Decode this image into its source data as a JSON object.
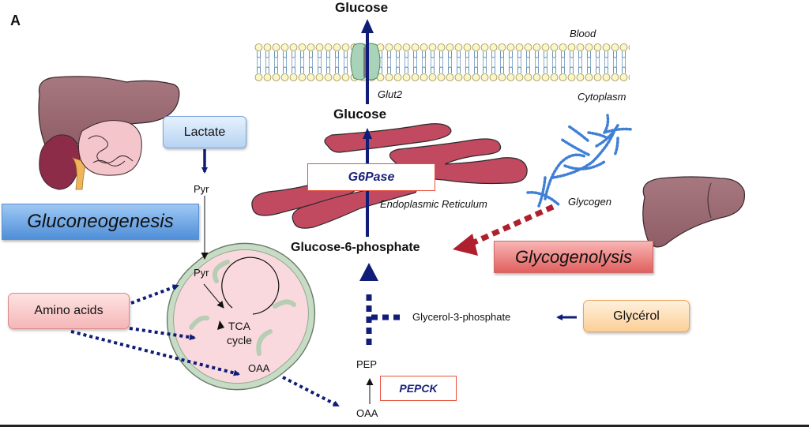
{
  "panel_label": "A",
  "compartments": {
    "blood": "Blood",
    "cytoplasm": "Cytoplasm"
  },
  "transporter": "Glut2",
  "organelles": {
    "er": "Endoplasmic Reticulum",
    "glycogen": "Glycogen"
  },
  "metabolites": {
    "glucose_blood": "Glucose",
    "glucose_cyto": "Glucose",
    "g6p": "Glucose-6-phosphate",
    "pyr_cyto": "Pyr",
    "pyr_mito": "Pyr",
    "tca_line1": "TCA",
    "tca_line2": "cycle",
    "oaa_mito": "OAA",
    "oaa_cyto": "OAA",
    "pep": "PEP",
    "g3p": "Glycerol-3-phosphate"
  },
  "enzymes": {
    "g6pase": "G6Pase",
    "pepck": "PEPCK"
  },
  "sources": {
    "lactate": "Lactate",
    "amino_acids": "Amino acids",
    "glycerol": "Glycérol"
  },
  "pathways": {
    "gluconeogenesis": "Gluconeogenesis",
    "glycogenolysis": "Glycogenolysis"
  },
  "colors": {
    "navy_arrow": "#0f1c78",
    "red_arrow": "#b01f2e",
    "gluconeogenesis_box": "#4f8fd8",
    "glycogenolysis_box": "#e0605e",
    "liver": "#9a6670",
    "er": "#c14a61"
  }
}
